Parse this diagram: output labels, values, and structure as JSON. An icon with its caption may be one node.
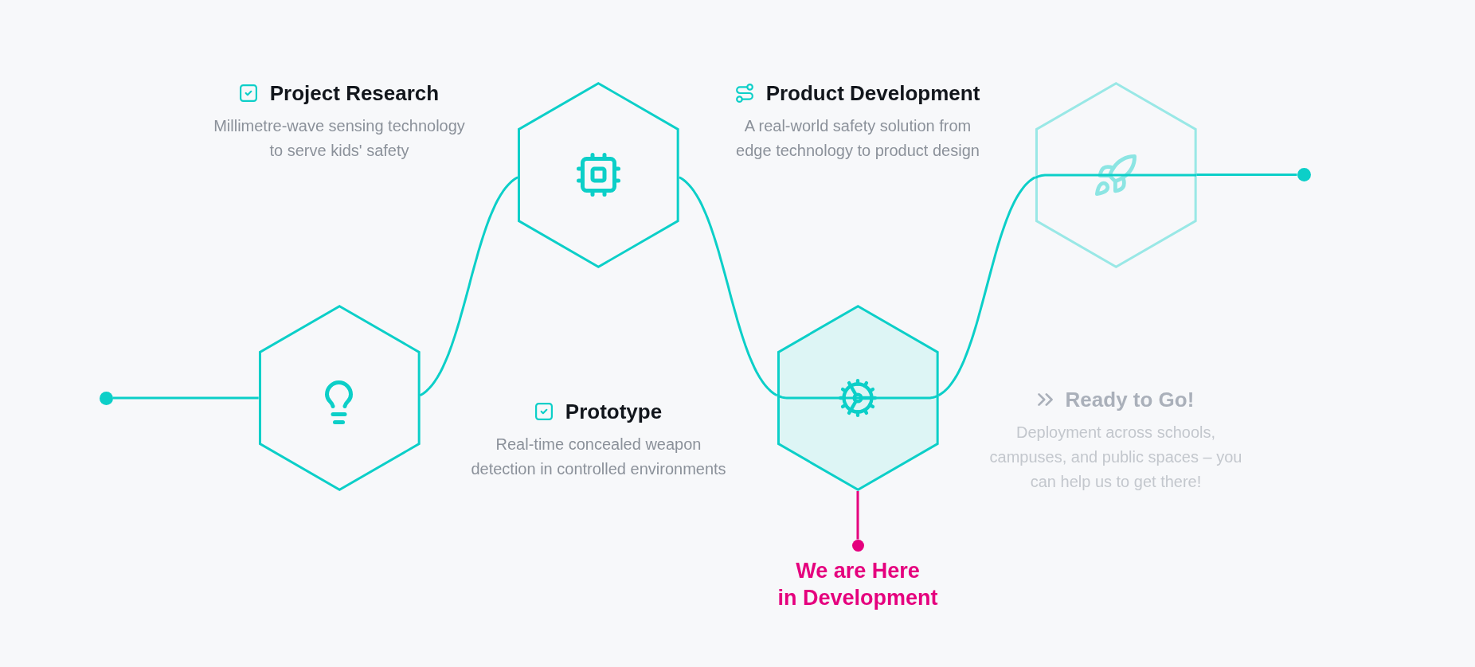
{
  "diagram": {
    "nodes": [
      {
        "text": [],
        "shape": "circle"
      },
      {
        "text": [],
        "shape": "hexagon",
        "beside": [
          "Project Research",
          "Millimetre-wave sensing technology to serve kids' safety"
        ]
      },
      {
        "text": [],
        "shape": "hexagon",
        "beside": [
          "Prototype",
          "Real-time concealed weapon detection in controlled environments"
        ]
      },
      {
        "text": [],
        "shape": "hexagon",
        "beside": [
          "Product Development",
          "A real-world safety solution from edge technology to product design"
        ]
      },
      {
        "text": [],
        "shape": "hexagon",
        "beside": [
          "Ready to Go!",
          "Deployment across schools, campuses, and public spaces – you can help us to get there!"
        ]
      },
      {
        "text": [],
        "shape": "circle"
      },
      {
        "text": [],
        "shape": "circle",
        "beside": [
          "We are Here in Development"
        ]
      }
    ],
    "edges": [
      {
        "from": 0,
        "to": 1,
        "arrow": "none"
      },
      {
        "from": 1,
        "to": 2,
        "arrow": "none"
      },
      {
        "from": 2,
        "to": 3,
        "arrow": "none"
      },
      {
        "from": 3,
        "to": 4,
        "arrow": "none"
      },
      {
        "from": 4,
        "to": 5,
        "arrow": "none"
      },
      {
        "from": 3,
        "to": 6,
        "arrow": "none",
        "color": "#e5007e"
      }
    ]
  }
}
